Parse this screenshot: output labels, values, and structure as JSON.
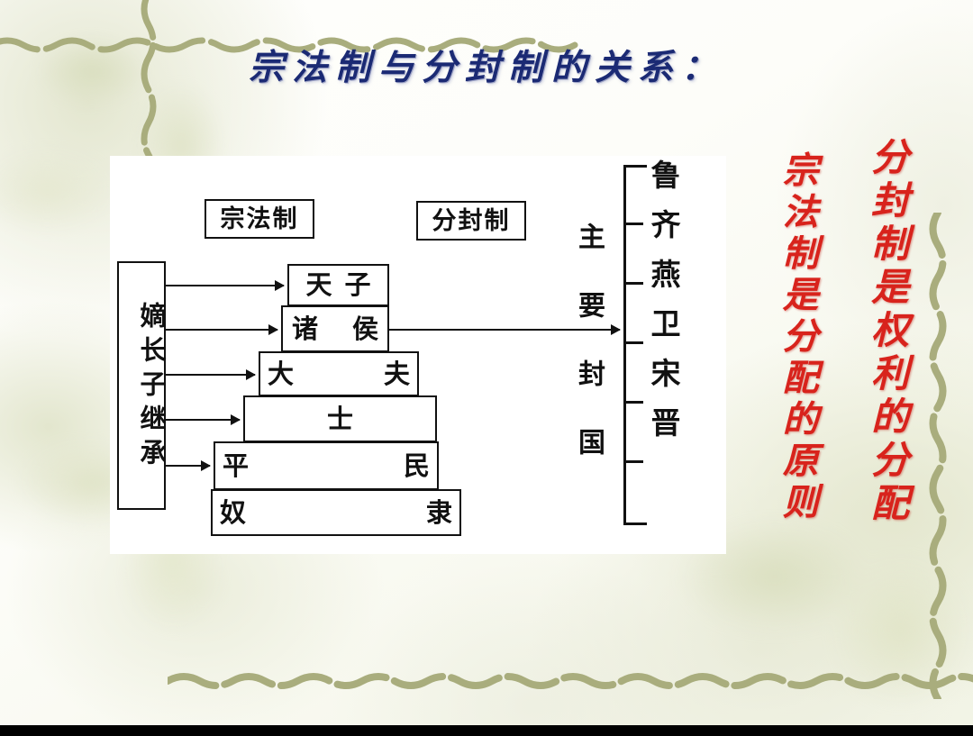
{
  "title": "宗法制与分封制的关系：",
  "colors": {
    "title_blue": "#1b2a74",
    "slogan_red": "#d8231c",
    "diagram_black": "#111111",
    "decor_olive": "#a9ad7d",
    "panel_white": "#ffffff"
  },
  "diagram": {
    "headers": {
      "left": "宗法制",
      "right": "分封制"
    },
    "succession_box": "嫡长子继承",
    "pyramid": [
      {
        "name": "tianzi",
        "label": "天子",
        "left_char": "天",
        "right_char": "子",
        "layout": "center"
      },
      {
        "name": "zhuhou",
        "label": "诸 侯",
        "left_char": "诸",
        "right_char": "侯",
        "layout": "center"
      },
      {
        "name": "dafu",
        "label": "大 夫",
        "left_char": "大",
        "right_char": "夫",
        "layout": "spread"
      },
      {
        "name": "shi",
        "label": "士",
        "left_char": "士",
        "right_char": "",
        "layout": "center"
      },
      {
        "name": "pingmin",
        "label": "平 民",
        "left_char": "平",
        "right_char": "民",
        "layout": "spread"
      },
      {
        "name": "nuli",
        "label": "奴 隶",
        "left_char": "奴",
        "right_char": "隶",
        "layout": "spread"
      }
    ],
    "states": {
      "label": "主要封国",
      "list": "鲁齐燕卫宋晋",
      "items": [
        "鲁",
        "齐",
        "燕",
        "卫",
        "宋",
        "晋"
      ]
    }
  },
  "slogans": {
    "zongfa": "宗法制是分配的原则",
    "fenfeng": "分封制是权利的分配"
  },
  "decorations": {
    "wave_top_horizontal": "wavy-line-decoration",
    "wave_left_vertical": "wavy-line-decoration",
    "wave_bottom_horizontal": "wavy-line-decoration",
    "wave_right_vertical": "wavy-line-decoration"
  }
}
